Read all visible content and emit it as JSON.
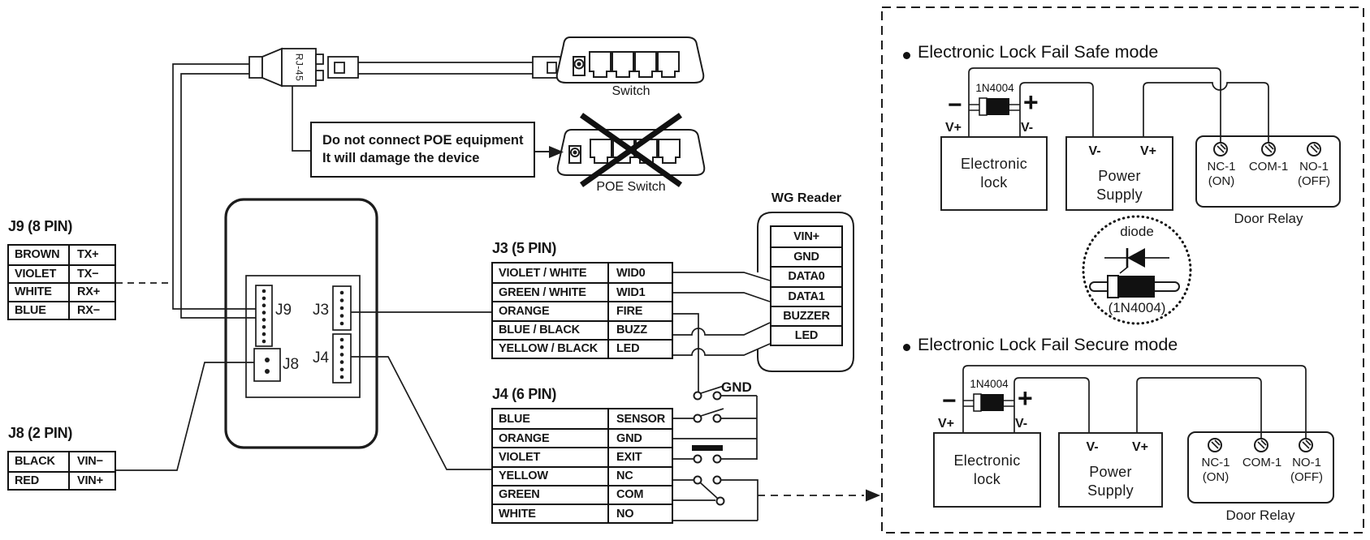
{
  "cable": {
    "rj45": "RJ-45",
    "switch": "Switch",
    "poe_switch": "POE Switch"
  },
  "warning": {
    "line1": "Do not connect POE equipment",
    "line2": "It will damage the device"
  },
  "device": {
    "j9_label": "J9",
    "j3_label": "J3",
    "j8_label": "J8",
    "j4_label": "J4"
  },
  "j9": {
    "title": "J9 (8 PIN)",
    "rows": [
      [
        "BROWN",
        "TX+"
      ],
      [
        "VIOLET",
        "TX−"
      ],
      [
        "WHITE",
        "RX+"
      ],
      [
        "BLUE",
        "RX−"
      ]
    ]
  },
  "j8": {
    "title": "J8 (2 PIN)",
    "rows": [
      [
        "BLACK",
        "VIN−"
      ],
      [
        "RED",
        "VIN+"
      ]
    ]
  },
  "j3": {
    "title": "J3 (5 PIN)",
    "rows": [
      [
        "VIOLET / WHITE",
        "WID0"
      ],
      [
        "GREEN / WHITE",
        "WID1"
      ],
      [
        "ORANGE",
        "FIRE"
      ],
      [
        "BLUE / BLACK",
        "BUZZ"
      ],
      [
        "YELLOW / BLACK",
        "LED"
      ]
    ]
  },
  "j4": {
    "title": "J4 (6 PIN)",
    "rows": [
      [
        "BLUE",
        "SENSOR"
      ],
      [
        "ORANGE",
        "GND"
      ],
      [
        "VIOLET",
        "EXIT"
      ],
      [
        "YELLOW",
        "NC"
      ],
      [
        "GREEN",
        "COM"
      ],
      [
        "WHITE",
        "NO"
      ]
    ]
  },
  "wg_reader": {
    "title": "WG Reader",
    "pins": [
      "VIN+",
      "GND",
      "DATA0",
      "DATA1",
      "BUZZER",
      "LED"
    ]
  },
  "gnd": "GND",
  "fail_safe": {
    "title": "Electronic Lock Fail Safe mode",
    "diode": "1N4004",
    "minus": "−",
    "plus": "+",
    "lock_vplus": "V+",
    "lock_vminus": "V-",
    "lock_line1": "Electronic",
    "lock_line2": "lock",
    "ps_vminus": "V-",
    "ps_vplus": "V+",
    "ps_line1": "Power",
    "ps_line2": "Supply",
    "relay": {
      "nc": "NC-1",
      "on": "(ON)",
      "com": "COM-1",
      "no": "NO-1",
      "off": "(OFF)",
      "label": "Door Relay"
    }
  },
  "fail_secure": {
    "title": "Electronic Lock Fail Secure mode",
    "diode": "1N4004",
    "minus": "−",
    "plus": "+",
    "lock_vplus": "V+",
    "lock_vminus": "V-",
    "lock_line1": "Electronic",
    "lock_line2": "lock",
    "ps_vminus": "V-",
    "ps_vplus": "V+",
    "ps_line1": "Power",
    "ps_line2": "Supply",
    "relay": {
      "nc": "NC-1",
      "on": "(ON)",
      "com": "COM-1",
      "no": "NO-1",
      "off": "(OFF)",
      "label": "Door Relay"
    }
  },
  "diode_detail": {
    "name": "diode",
    "part": "(1N4004)"
  },
  "colors": {
    "line": "#1c1c1c",
    "background": "#ffffff"
  }
}
